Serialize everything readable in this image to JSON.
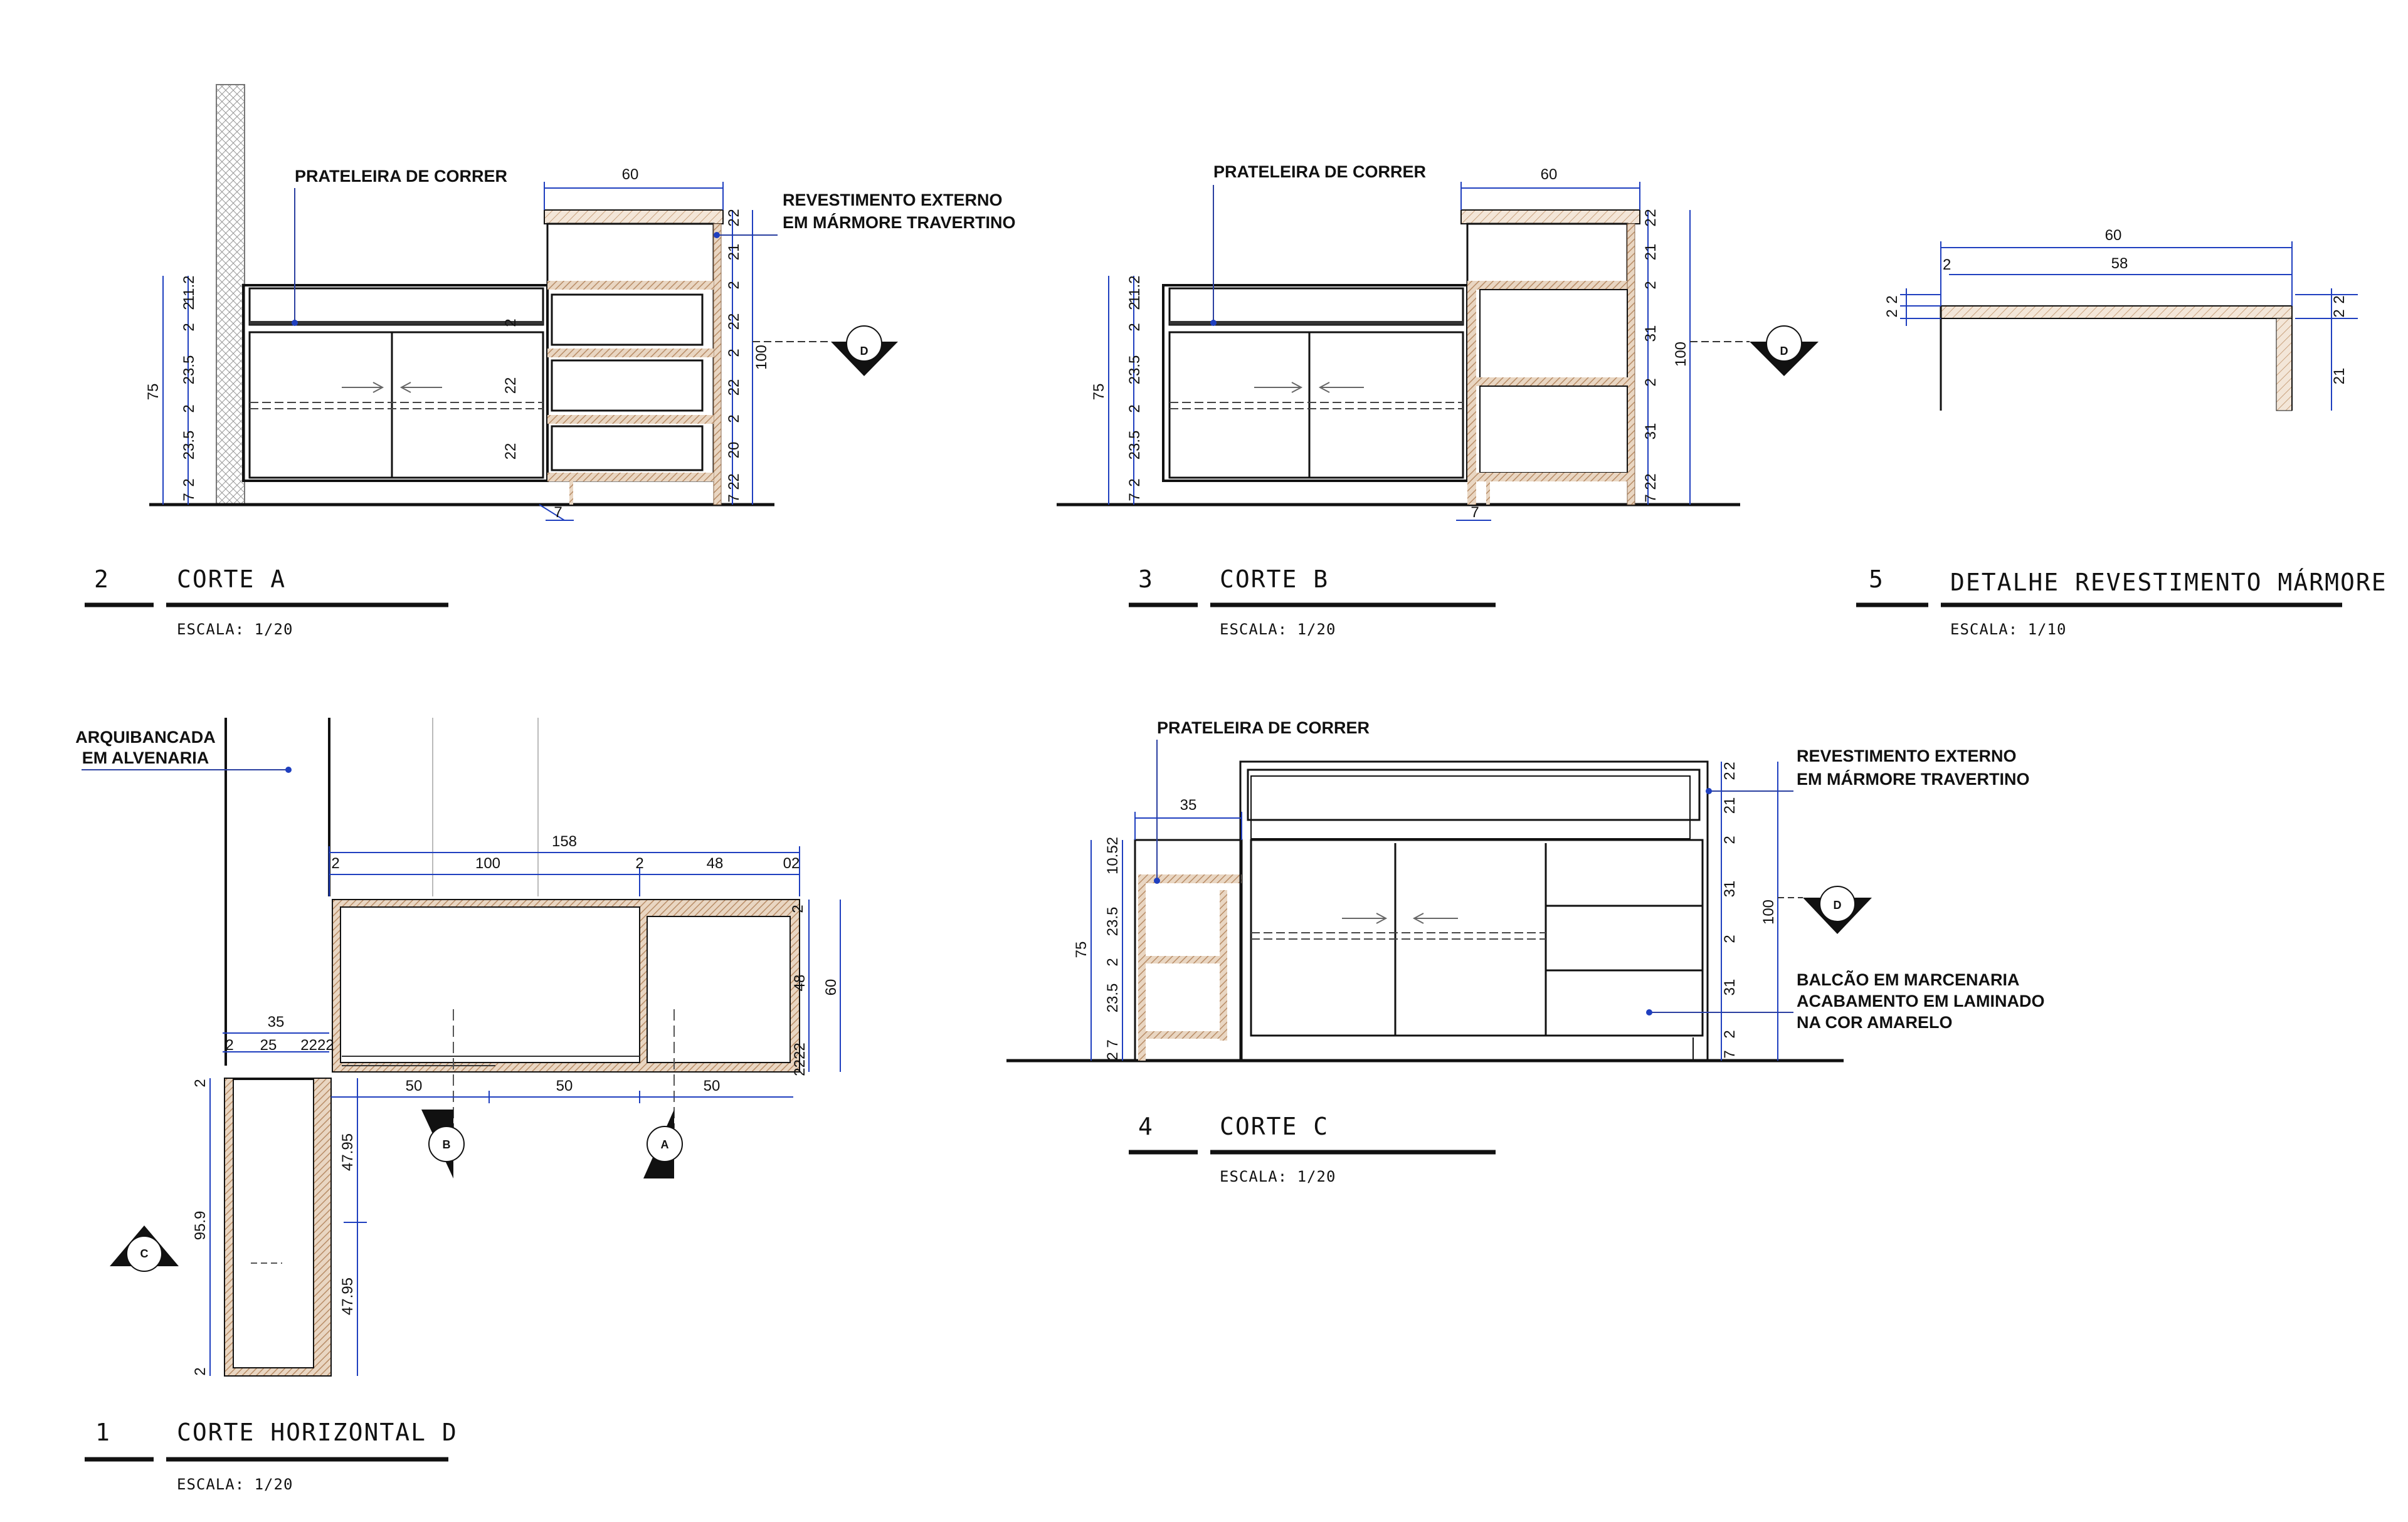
{
  "colors": {
    "ink": "#111111",
    "dimension_blue": "#1f3fbf",
    "wood_hatch": "#c9a27e",
    "leader_blue": "#2a3fa0"
  },
  "icons": {
    "section_marker": "section-cut-marker-icon",
    "leader_dot": "leader-dot-icon"
  },
  "drawings": [
    {
      "number": "2",
      "title": "CORTE A",
      "scale": "ESCALA: 1/20"
    },
    {
      "number": "3",
      "title": "CORTE B",
      "scale": "ESCALA: 1/20"
    },
    {
      "number": "5",
      "title": "DETALHE REVESTIMENTO MÁRMORE",
      "scale": "ESCALA: 1/10"
    },
    {
      "number": "1",
      "title": "CORTE HORIZONTAL D",
      "scale": "ESCALA: 1/20"
    },
    {
      "number": "4",
      "title": "CORTE C",
      "scale": "ESCALA: 1/20"
    }
  ],
  "notes": {
    "prateleira": "PRATELEIRA DE CORRER",
    "revestimento_l1": "REVESTIMENTO EXTERNO",
    "revestimento_l2": "EM MÁRMORE TRAVERTINO",
    "arquibancada_l1": "ARQUIBANCADA",
    "arquibancada_l2": "EM ALVENARIA",
    "balcao_l1": "BALCÃO EM MARCENARIA",
    "balcao_l2": "ACABAMENTO EM LAMINADO",
    "balcao_l3": "NA COR AMARELO"
  },
  "section_markers": {
    "d": "D",
    "a": "A",
    "b": "B",
    "c": "C"
  },
  "dims": {
    "corte_a": {
      "width_top": "60",
      "foot": "7",
      "height_total": "75",
      "height_right": "100",
      "left": [
        "11.2",
        "2",
        "2",
        "23.5",
        "2",
        "23.5",
        "2",
        "7"
      ],
      "center": [
        "2",
        "22",
        "22"
      ],
      "right": [
        "2",
        "2",
        "21",
        "2",
        "22",
        "2",
        "22",
        "2",
        "20",
        "2",
        "2",
        "7"
      ]
    },
    "corte_b": {
      "width_top": "60",
      "foot": "7",
      "height_total": "75",
      "height_right": "100",
      "left": [
        "11.2",
        "2",
        "2",
        "23.5",
        "2",
        "23.5",
        "2",
        "7"
      ],
      "right": [
        "2",
        "2",
        "21",
        "2",
        "31",
        "2",
        "31",
        "2",
        "2",
        "7"
      ]
    },
    "detalhe": {
      "outer": "60",
      "inner": "58",
      "left_edge": "2",
      "left_h1": "2",
      "left_h2": "2",
      "right_h1": "2",
      "right_h2": "2",
      "side": "21"
    },
    "corte_d": {
      "total": "158",
      "seg_a": "2",
      "seg_b": "100",
      "seg_c": "2",
      "seg_d": "48",
      "seg_e": "02",
      "left_a": "35",
      "left_b": "2",
      "left_c": "25",
      "left_d": "2222",
      "bottom_a": "50",
      "bottom_b": "50",
      "bottom_c": "50",
      "right_a": "2",
      "right_b": "48",
      "right_c": "60",
      "right_d": "2222",
      "vert_a": "47.95",
      "vert_b": "47.95",
      "vert_total": "95.9",
      "vert_top": "2",
      "vert_bottom": "2"
    },
    "corte_c": {
      "top": "35",
      "height_total": "75",
      "height_right": "100",
      "left": [
        "10.52",
        "23.5",
        "2",
        "23.5",
        "7",
        "2"
      ],
      "right": [
        "2",
        "2",
        "21",
        "2",
        "31",
        "2",
        "31",
        "2",
        "7"
      ]
    }
  }
}
